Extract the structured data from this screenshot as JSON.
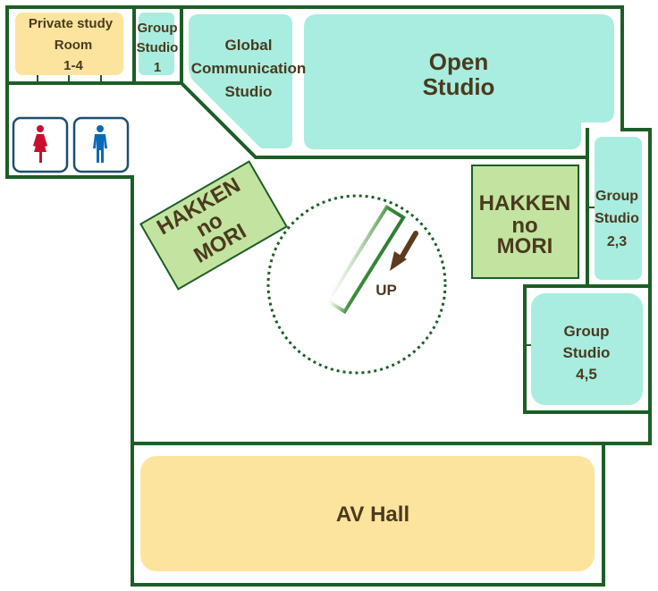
{
  "colors": {
    "wall": "#1c5e26",
    "studio_fill": "#a8ede0",
    "yellow_fill": "#fde49e",
    "hakken_fill": "#c3e4a0",
    "label_text": "#4a3a1e",
    "stairs": "#2d7a33",
    "arrow": "#5e3a1e",
    "restroom_female": "#c8102e",
    "restroom_male": "#0a6ab5"
  },
  "rooms": {
    "private_study": {
      "line1": "Private study",
      "line2": "Room",
      "line3": "1-4"
    },
    "group_studio_1": {
      "line1": "Group",
      "line2": "Studio",
      "line3": "1"
    },
    "global_comm": {
      "line1": "Global",
      "line2": "Communication",
      "line3": "Studio"
    },
    "open_studio": {
      "line1": "Open",
      "line2": "Studio"
    },
    "hakken_left": {
      "line1": "HAKKEN",
      "line2": "no",
      "line3": "MORI"
    },
    "hakken_right": {
      "line1": "HAKKEN",
      "line2": "no",
      "line3": "MORI"
    },
    "group_studio_23": {
      "line1": "Group",
      "line2": "Studio",
      "line3": "2,3"
    },
    "group_studio_45": {
      "line1": "Group",
      "line2": "Studio",
      "line3": "4,5"
    },
    "av_hall": {
      "line1": "AV Hall"
    }
  },
  "stairs": {
    "label": "UP"
  },
  "restrooms": {
    "female_icon": "female-restroom-icon",
    "male_icon": "male-restroom-icon"
  }
}
